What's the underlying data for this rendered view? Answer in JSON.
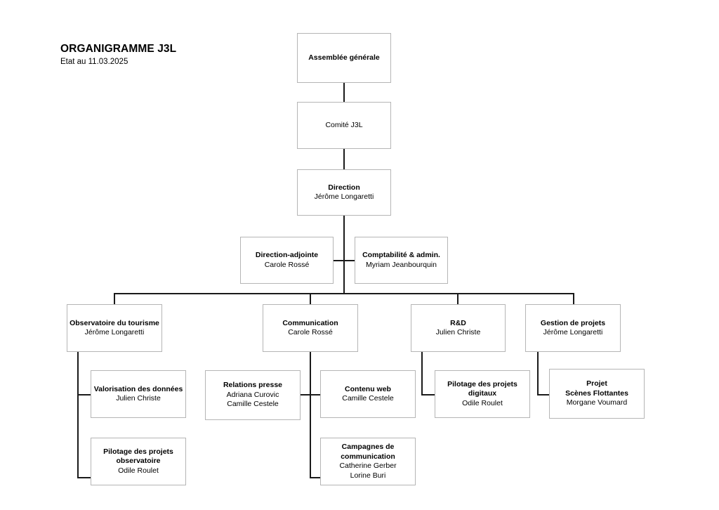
{
  "header": {
    "title": "ORGANIGRAMME J3L",
    "subtitle": "Etat au 11.03.2025"
  },
  "org": {
    "assemblee": {
      "role": "Assemblée générale",
      "person": ""
    },
    "comite": {
      "role": "",
      "person": "Comité J3L"
    },
    "direction": {
      "role": "Direction",
      "person": "Jérôme Longaretti"
    },
    "direction_adjointe": {
      "role": "Direction-adjointe",
      "person": "Carole Rossé"
    },
    "comptabilite": {
      "role": "Comptabilité & admin.",
      "person": "Myriam Jeanbourquin"
    },
    "observatoire": {
      "role": "Observatoire du tourisme",
      "person": "Jérôme Longaretti"
    },
    "communication": {
      "role": "Communication",
      "person": "Carole Rossé"
    },
    "rd": {
      "role": "R&D",
      "person": "Julien Christe"
    },
    "gestion": {
      "role": "Gestion de projets",
      "person": "Jérôme Longaretti"
    },
    "valorisation": {
      "role": "Valorisation des données",
      "person": "Julien Christe"
    },
    "pilotage_observatoire": {
      "role": "Pilotage des projets",
      "role2": "observatoire",
      "person": "Odile Roulet"
    },
    "relations_presse": {
      "role": "Relations presse",
      "person": "Adriana Curovic",
      "person2": "Camille Cestele"
    },
    "contenu_web": {
      "role": "Contenu web",
      "person": "Camille Cestele"
    },
    "campagnes": {
      "role": "Campagnes de",
      "role2": "communication",
      "person": "Catherine Gerber",
      "person2": "Lorine Buri"
    },
    "pilotage_digitaux": {
      "role": "Pilotage des projets",
      "role2": "digitaux",
      "person": "Odile Roulet"
    },
    "projet_scenes": {
      "role": "Projet",
      "role2": "Scènes Flottantes",
      "person": "Morgane Voumard"
    }
  },
  "colors": {
    "box_border": "#b5b5b5",
    "connector": "#1a1a1a",
    "background": "#ffffff",
    "text": "#000000"
  }
}
